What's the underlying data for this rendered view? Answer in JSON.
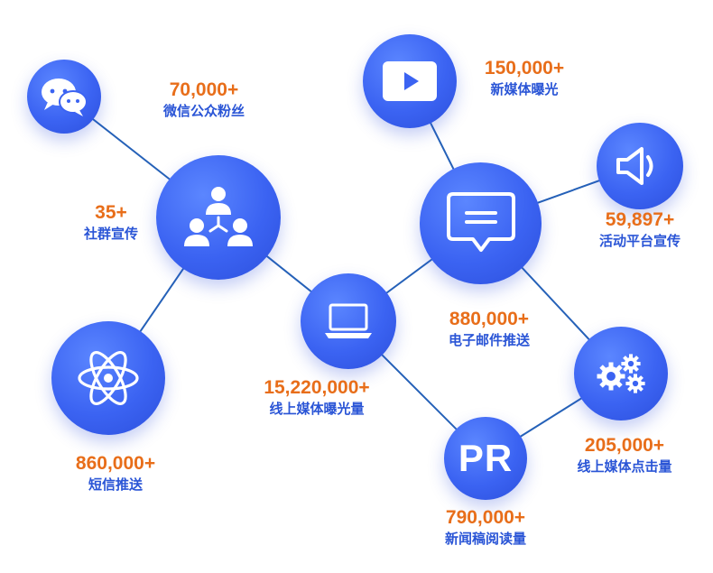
{
  "colors": {
    "node": "#3b63f2",
    "line": "#2561b8",
    "value": "#e86e1a",
    "label": "#2a55d6"
  },
  "nodes": [
    {
      "id": "wechat",
      "icon": "wechat-icon",
      "value": "70,000+",
      "label": "微信公众粉丝"
    },
    {
      "id": "community",
      "icon": "people-network-icon",
      "value": "35+",
      "label": "社群宣传"
    },
    {
      "id": "sms",
      "icon": "atom-icon",
      "value": "860,000+",
      "label": "短信推送"
    },
    {
      "id": "online",
      "icon": "laptop-icon",
      "value": "15,220,000+",
      "label": "线上媒体曝光量"
    },
    {
      "id": "newmedia",
      "icon": "play-button-icon",
      "value": "150,000+",
      "label": "新媒体曝光"
    },
    {
      "id": "email",
      "icon": "message-bubble-icon",
      "value": "880,000+",
      "label": "电子邮件推送"
    },
    {
      "id": "activity",
      "icon": "speaker-icon",
      "value": "59,897+",
      "label": "活动平台宣传"
    },
    {
      "id": "clicks",
      "icon": "gears-icon",
      "value": "205,000+",
      "label": "线上媒体点击量"
    },
    {
      "id": "pr",
      "icon": "pr-text-icon",
      "icon_text": "PR",
      "value": "790,000+",
      "label": "新闻稿阅读量"
    }
  ],
  "links": [
    [
      "wechat",
      "community"
    ],
    [
      "community",
      "sms"
    ],
    [
      "community",
      "online"
    ],
    [
      "online",
      "email"
    ],
    [
      "online",
      "pr"
    ],
    [
      "newmedia",
      "email"
    ],
    [
      "email",
      "activity"
    ],
    [
      "email",
      "clicks"
    ],
    [
      "pr",
      "clicks"
    ]
  ]
}
